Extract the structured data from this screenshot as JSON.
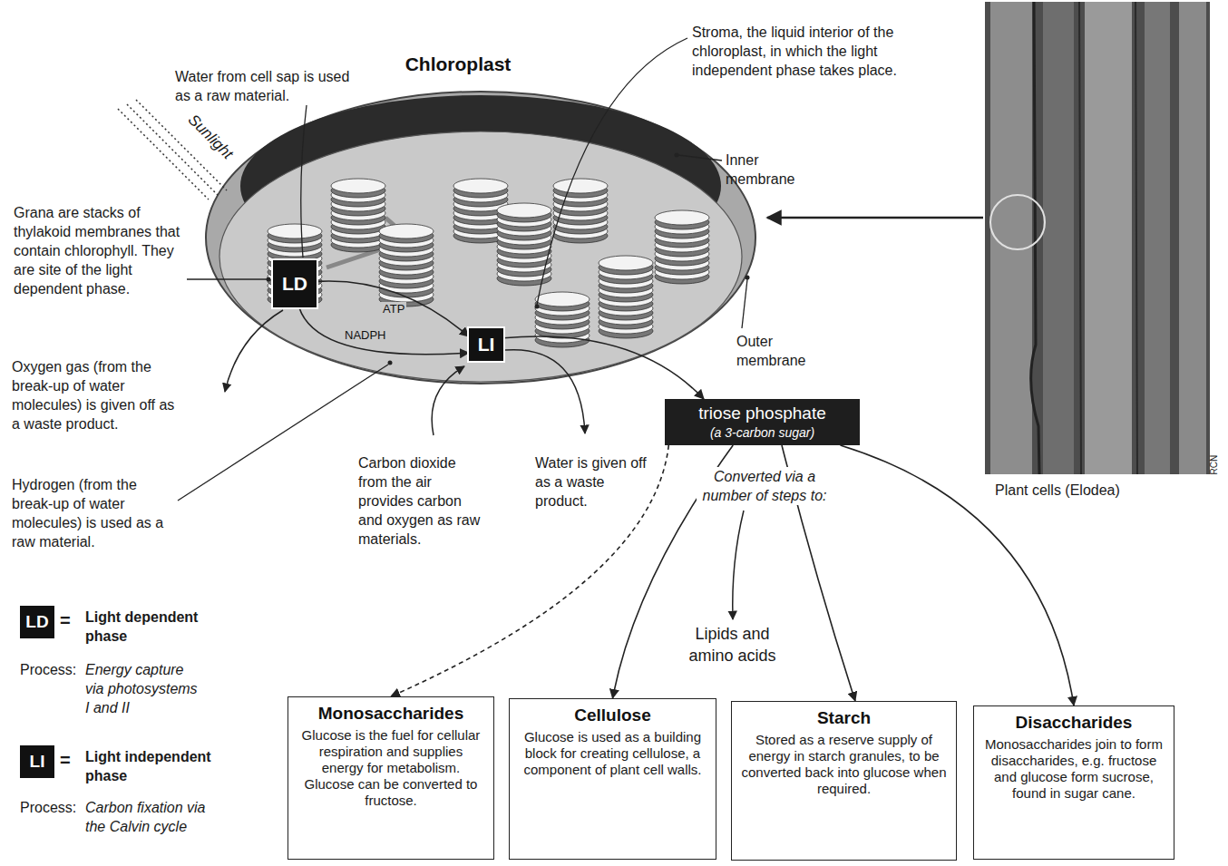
{
  "diagram": {
    "nodes": [
      {
        "text": [
          "Chloroplast"
        ]
      },
      {
        "text": [
          "LD"
        ],
        "in": 0
      },
      {
        "text": [
          "LI"
        ],
        "in": 0
      },
      {
        "text": [
          "triose phosphate",
          "(a 3-carbon sugar)"
        ]
      },
      {
        "text": [
          "Monosaccharides",
          "Glucose is the fuel for cellular respiration and supplies energy for metabolism. Glucose can be converted to fructose."
        ]
      },
      {
        "text": [
          "Cellulose",
          "Glucose is used as a building block for creating cellulose, a component of plant cell walls."
        ]
      },
      {
        "text": [
          "Starch",
          "Stored as a reserve supply of energy in starch granules, to be converted back into glucose when required."
        ]
      },
      {
        "text": [
          "Disaccharides",
          "Monosaccharides join to form disaccharides, e.g. fructose and glucose form sucrose, found in sugar cane."
        ]
      },
      {
        "text": [
          "LD"
        ]
      },
      {
        "text": [
          "LI"
        ]
      }
    ],
    "edges": [
      {
        "from": 1,
        "to": 2,
        "arrow": "to",
        "label": "ATP"
      },
      {
        "from": 1,
        "to": 2,
        "arrow": "to",
        "label": "NADPH"
      },
      {
        "from": 2,
        "to": 3,
        "arrow": "to"
      },
      {
        "from": 3,
        "to": 4,
        "arrow": "to"
      },
      {
        "from": 3,
        "to": 5,
        "arrow": "to"
      },
      {
        "from": 3,
        "to": 6,
        "arrow": "to"
      },
      {
        "from": 3,
        "to": 7,
        "arrow": "to"
      }
    ],
    "labels": [
      "Water from cell sap is used as a raw material.",
      "Sunlight",
      "Stroma, the liquid interior of the chloroplast, in which the light independent phase takes place.",
      "Inner membrane",
      "Outer membrane",
      "Grana are stacks of thylakoid membranes that contain chlorophyll. They are site of the light dependent phase.",
      "Oxygen gas (from the break-up of water molecules) is given off as a waste product.",
      "Hydrogen (from the break-up of water molecules) is used as a raw material.",
      "Carbon dioxide from the air provides carbon and oxygen as raw materials.",
      "Water is given off as a waste product.",
      "Converted via a number of steps to:",
      "Lipids and amino acids",
      "Plant cells (Elodea)",
      "RCN",
      "=",
      "Light dependent phase",
      "Process:",
      "Energy capture via photosystems I and II",
      "=",
      "Light independent phase",
      "Process:",
      "Carbon fixation via the Calvin cycle"
    ]
  }
}
